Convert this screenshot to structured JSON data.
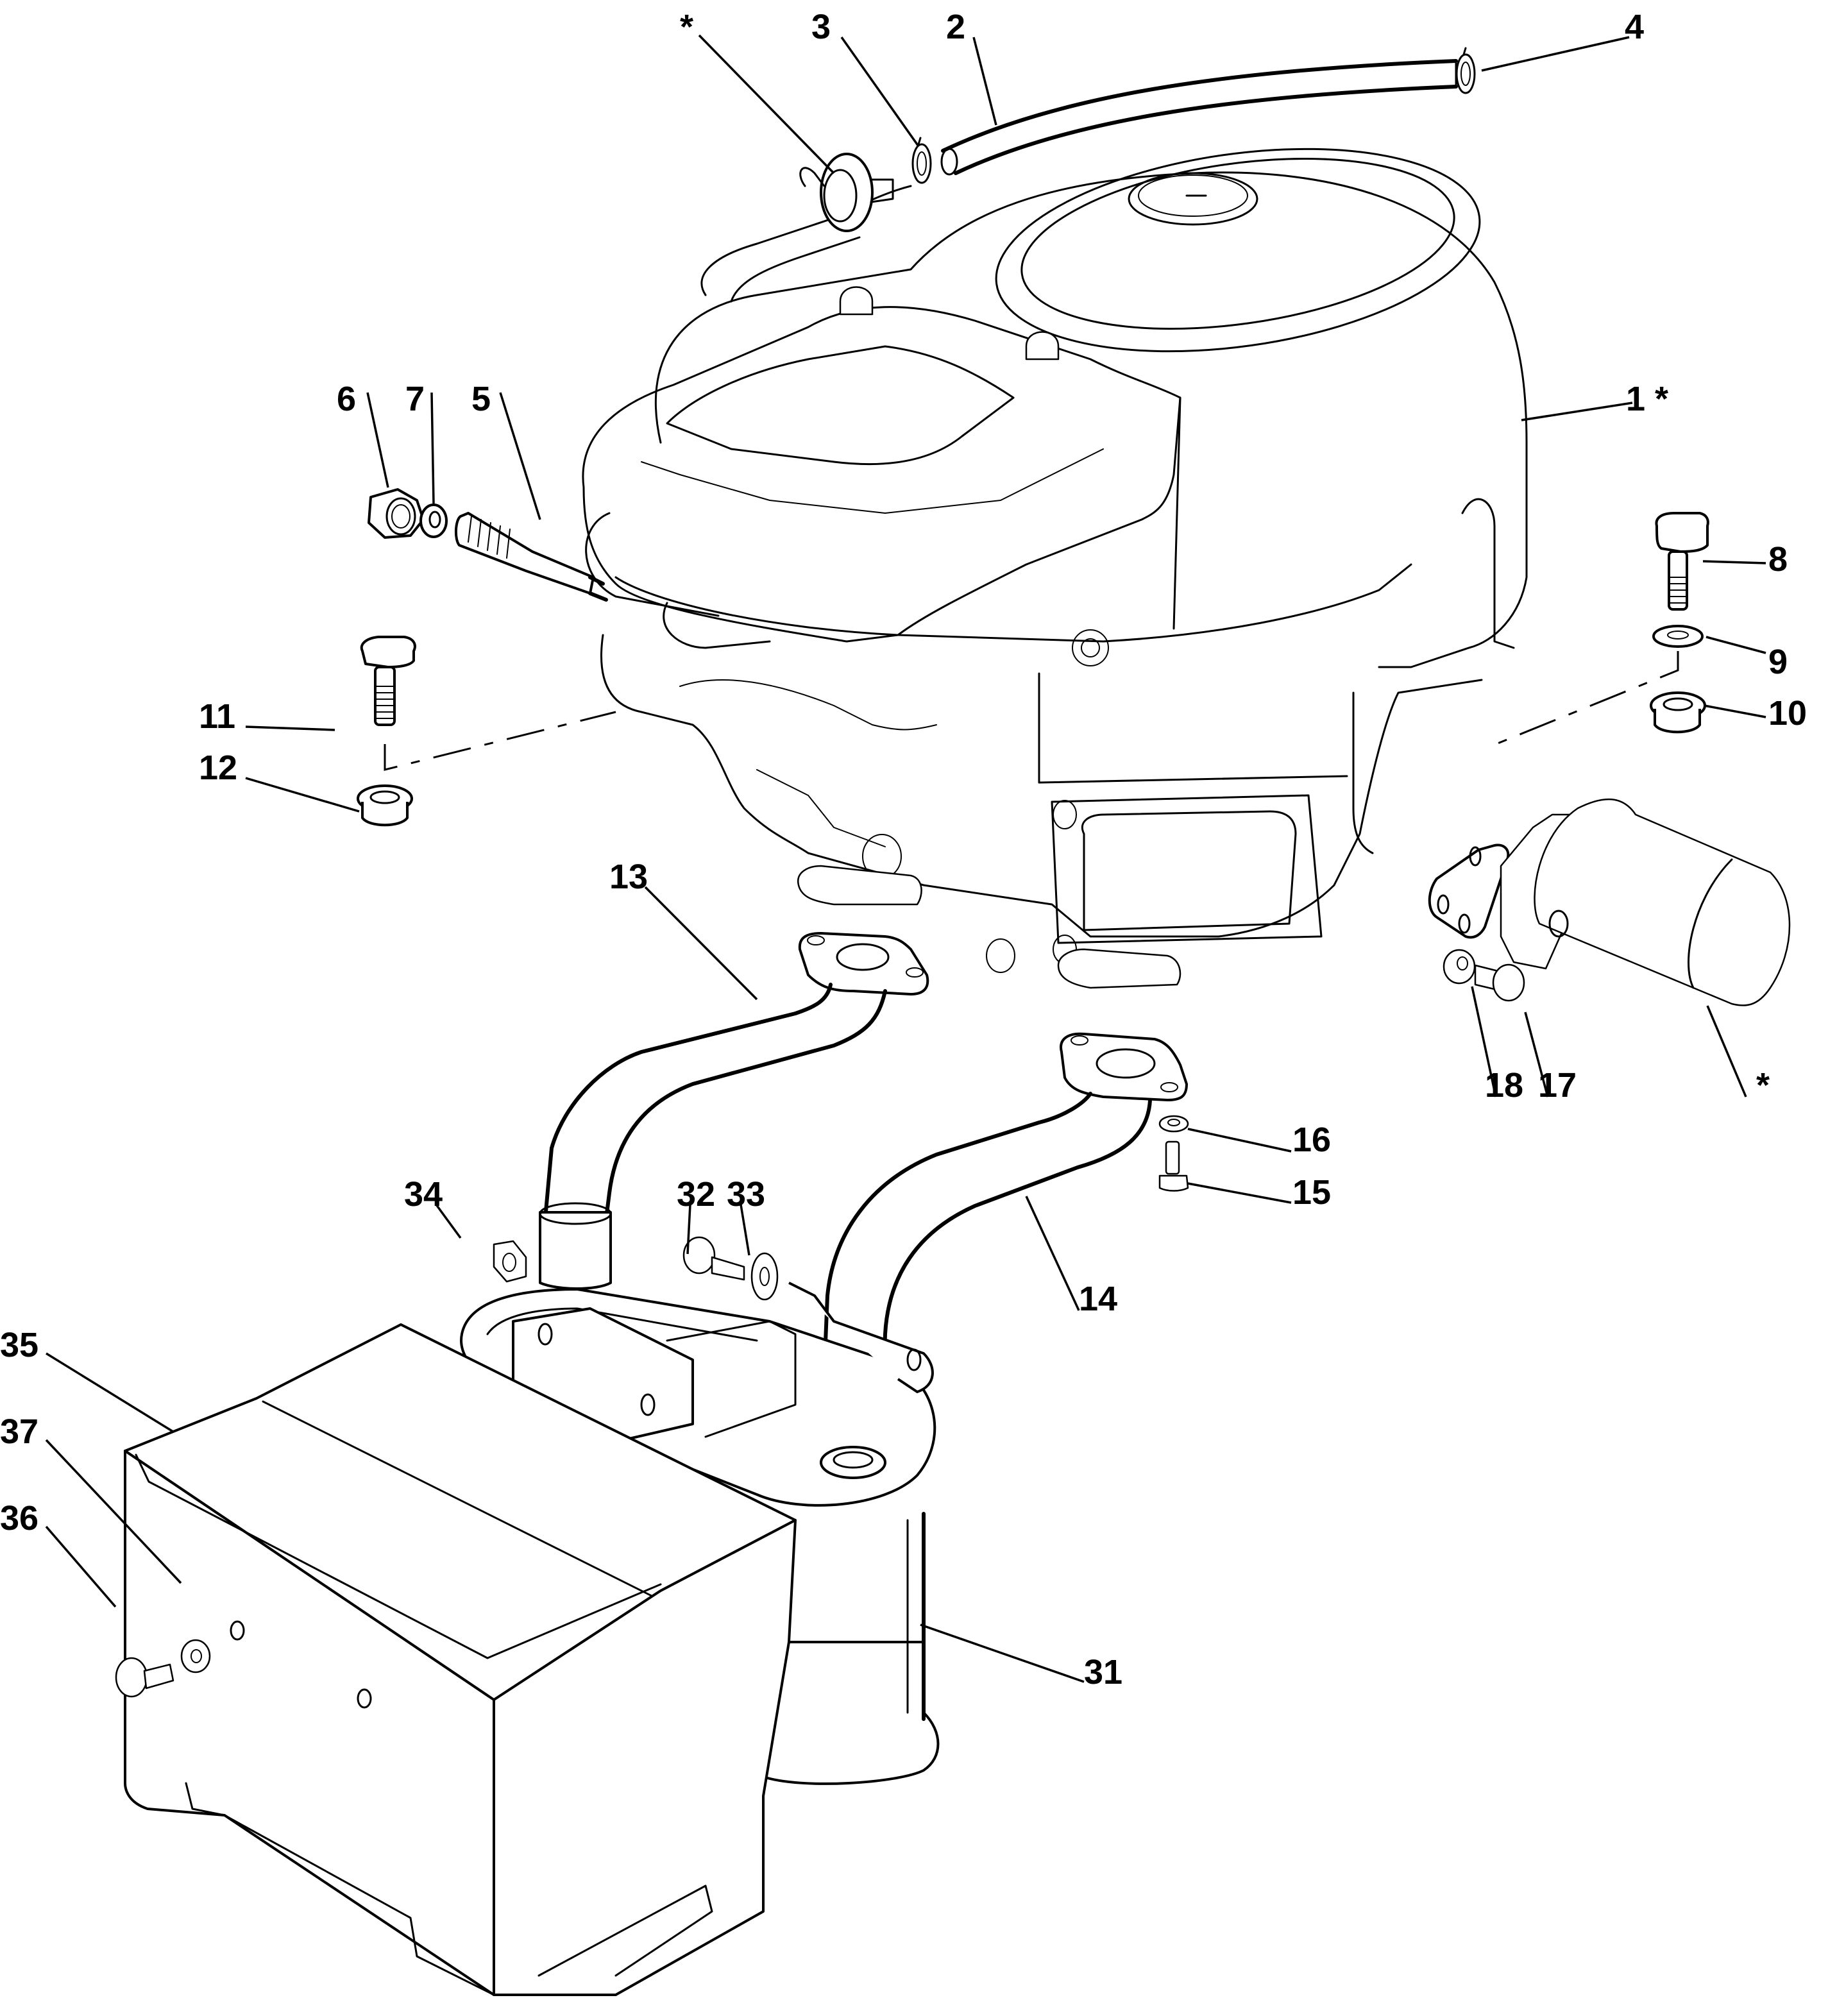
{
  "diagram": {
    "type": "exploded-parts-diagram",
    "subject": "Engine and exhaust assembly",
    "background_color": "#ffffff",
    "line_color": "#000000"
  },
  "callouts": {
    "c1": "1 *",
    "c2": "2",
    "c3": "3",
    "c4": "4",
    "c5": "5",
    "c6": "6",
    "c7": "7",
    "c8": "8",
    "c9": "9",
    "c10": "10",
    "c11": "11",
    "c12": "12",
    "c13": "13",
    "c14": "14",
    "c15": "15",
    "c16": "16",
    "c17": "17",
    "c18": "18",
    "c31": "31",
    "c32": "32",
    "c33": "33",
    "c34": "34",
    "c35": "35",
    "c36": "36",
    "c37": "37",
    "star_fuel_filter": "*",
    "star_oil_filter": "*"
  },
  "parts": [
    {
      "ref": "1 *",
      "name": "engine"
    },
    {
      "ref": "2",
      "name": "fuel-hose"
    },
    {
      "ref": "3",
      "name": "hose-clamp"
    },
    {
      "ref": "4",
      "name": "hose-clamp"
    },
    {
      "ref": "5",
      "name": "stud"
    },
    {
      "ref": "6",
      "name": "nut"
    },
    {
      "ref": "7",
      "name": "washer"
    },
    {
      "ref": "8",
      "name": "bolt"
    },
    {
      "ref": "9",
      "name": "serrated-washer"
    },
    {
      "ref": "10",
      "name": "flange-nut"
    },
    {
      "ref": "11",
      "name": "bolt"
    },
    {
      "ref": "12",
      "name": "flange-nut"
    },
    {
      "ref": "13",
      "name": "exhaust-pipe-left"
    },
    {
      "ref": "14",
      "name": "exhaust-pipe-right"
    },
    {
      "ref": "15",
      "name": "bolt"
    },
    {
      "ref": "16",
      "name": "washer"
    },
    {
      "ref": "17",
      "name": "bolt"
    },
    {
      "ref": "18",
      "name": "washer"
    },
    {
      "ref": "31",
      "name": "muffler"
    },
    {
      "ref": "32",
      "name": "bolt"
    },
    {
      "ref": "33",
      "name": "serrated-washer"
    },
    {
      "ref": "34",
      "name": "cage-nut"
    },
    {
      "ref": "35",
      "name": "muffler-guard"
    },
    {
      "ref": "36",
      "name": "bolt"
    },
    {
      "ref": "37",
      "name": "washer"
    },
    {
      "ref": "*",
      "name": "fuel-filter"
    },
    {
      "ref": "*",
      "name": "oil-filter"
    }
  ]
}
